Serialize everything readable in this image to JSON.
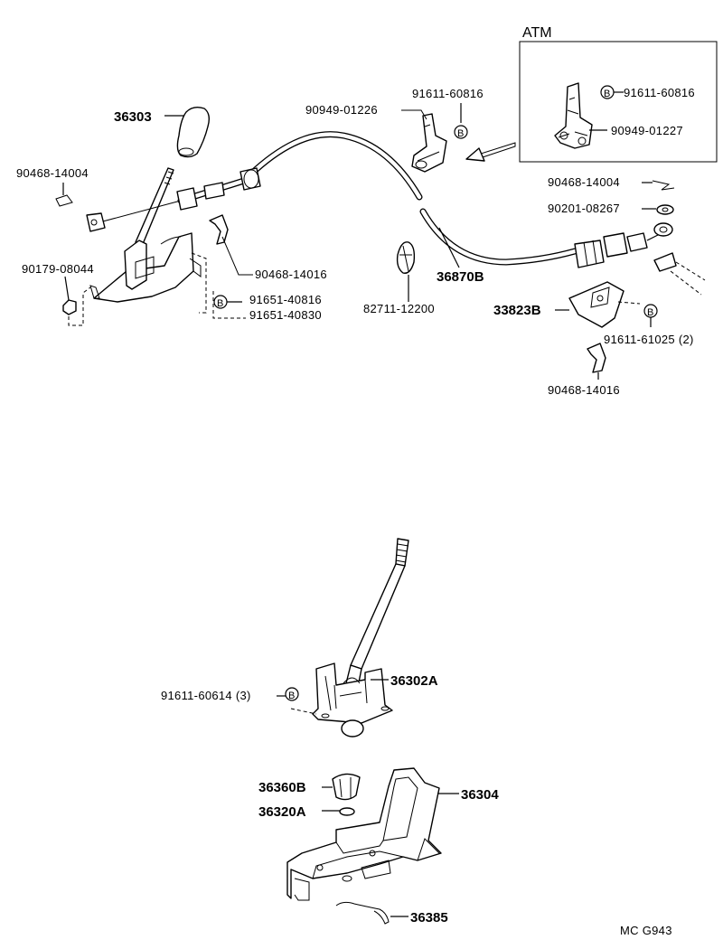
{
  "atm_label": "ATM",
  "footer_code": "MC G943",
  "bolt_symbol": "B",
  "labels": {
    "shift_knob": "36303",
    "clip_left": "90468-14004",
    "nut_left": "90179-08044",
    "clip_mid": "90468-14016",
    "bolt_mid_a": "91651-40816",
    "bolt_mid_b": "91651-40830",
    "bracket_top": "90949-01226",
    "bolt_top": "91611-60816",
    "atm_bolt": "91611-60816",
    "atm_bracket": "90949-01227",
    "clip_right": "90468-14004",
    "washer_right": "90201-08267",
    "cable": "36870B",
    "clamp": "82711-12200",
    "cable_bracket": "33823B",
    "bolt_right": "91611-61025 (2)",
    "clip_right_lower": "90468-14016",
    "lever_assy": "36302A",
    "lever_bolt": "91611-60614 (3)",
    "bushing": "36360B",
    "washer_small": "36320A",
    "lever_bracket": "36304",
    "spring": "36385"
  }
}
